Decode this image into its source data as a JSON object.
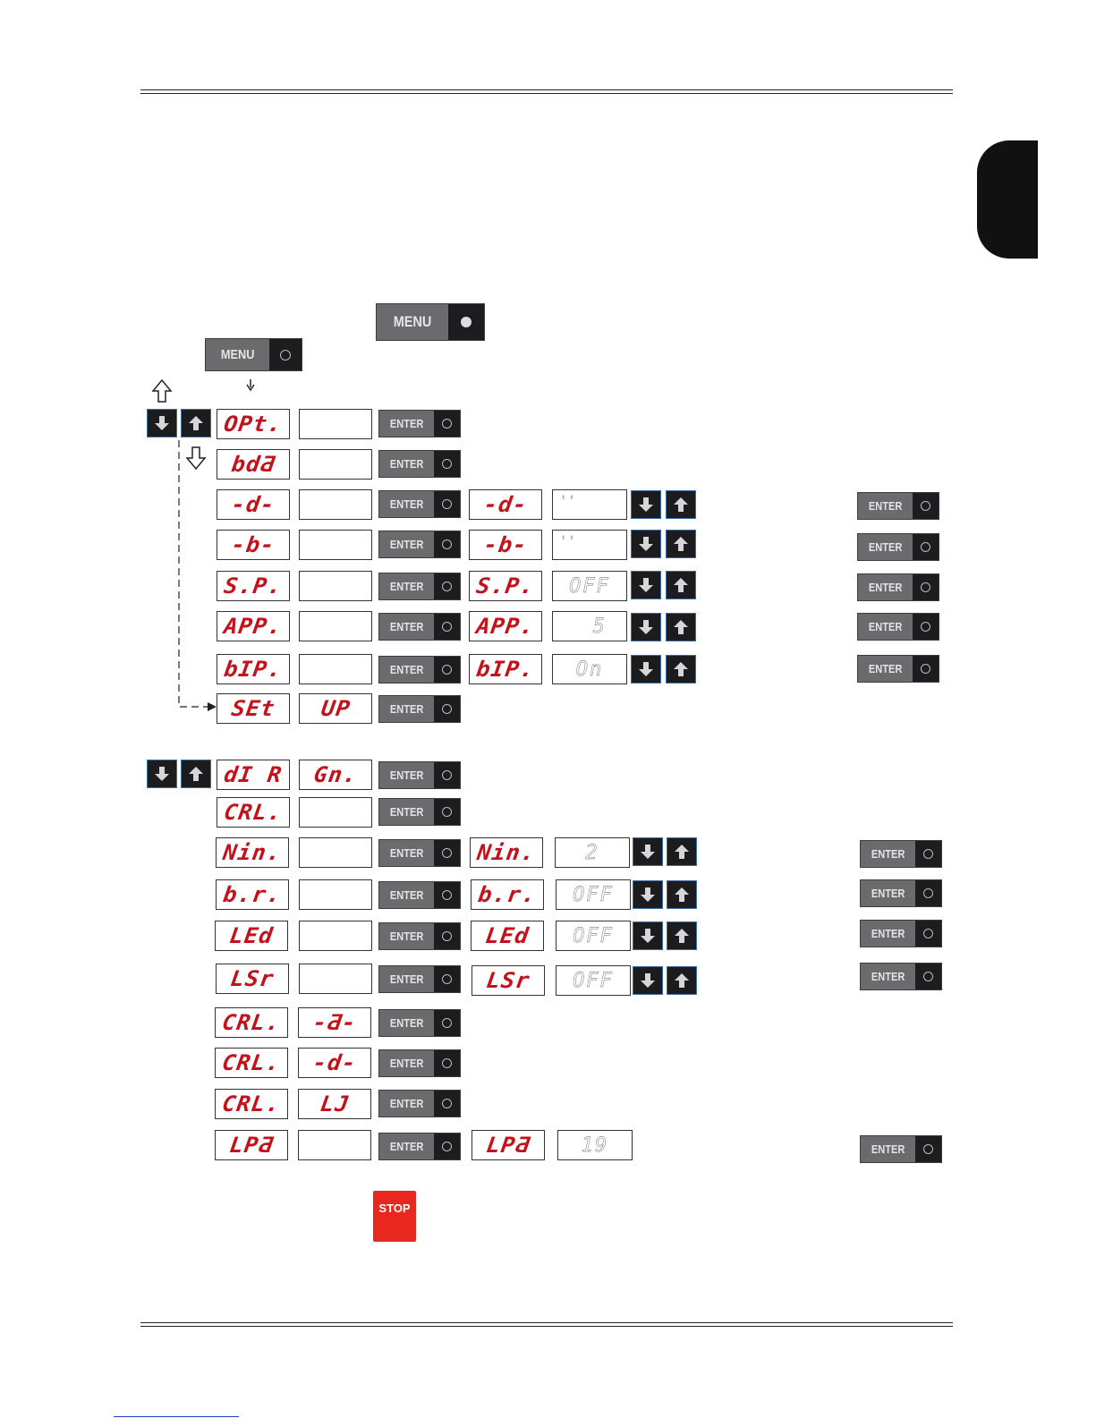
{
  "buttons": {
    "menu_label": "MENU",
    "enter_label": "ENTER",
    "stop_label": "STOP"
  },
  "colors": {
    "lcd_text": "#c3121b",
    "button_bg": "#6b6b6d",
    "knob_bg": "#1d1d1f",
    "stop_bg": "#e8281f",
    "arrow_border": "#3a6fa8"
  },
  "icons": {
    "menu_arrow": "arrow-down-small-icon",
    "up_arrow": "arrow-up-outline-icon",
    "down_arrow": "arrow-down-outline-icon",
    "nav_down": "arrow-down-icon",
    "nav_up": "arrow-up-icon"
  },
  "section1": [
    {
      "code": "OPt.",
      "sub": "",
      "setting_code": "",
      "setting_value": ""
    },
    {
      "code": "bdƋ",
      "sub": "",
      "setting_code": "",
      "setting_value": ""
    },
    {
      "code": "-d-",
      "sub": "",
      "setting_code": "-d-",
      "setting_value": "''"
    },
    {
      "code": "-b-",
      "sub": "",
      "setting_code": "-b-",
      "setting_value": "''"
    },
    {
      "code": "S.P.",
      "sub": "",
      "setting_code": "S.P.",
      "setting_value": "OFF"
    },
    {
      "code": "APP.",
      "sub": "",
      "setting_code": "APP.",
      "setting_value": "5"
    },
    {
      "code": "bIP.",
      "sub": "",
      "setting_code": "bIP.",
      "setting_value": "On"
    },
    {
      "code": "SEt",
      "sub": "UP",
      "setting_code": "",
      "setting_value": ""
    }
  ],
  "section2": [
    {
      "code": "dI R",
      "sub": "Gn.",
      "setting_code": "",
      "setting_value": ""
    },
    {
      "code": "CRL.",
      "sub": "",
      "setting_code": "",
      "setting_value": ""
    },
    {
      "code": "Nin.",
      "sub": "",
      "setting_code": "Nin.",
      "setting_value": "2"
    },
    {
      "code": "b.r.",
      "sub": "",
      "setting_code": "b.r.",
      "setting_value": "OFF"
    },
    {
      "code": "LEd",
      "sub": "",
      "setting_code": "LEd",
      "setting_value": "OFF"
    },
    {
      "code": "LSr",
      "sub": "",
      "setting_code": "LSr",
      "setting_value": "OFF"
    },
    {
      "code": "CRL.",
      "sub": "-Ƌ-",
      "setting_code": "",
      "setting_value": ""
    },
    {
      "code": "CRL.",
      "sub": "-d-",
      "setting_code": "",
      "setting_value": ""
    },
    {
      "code": "CRL.",
      "sub": "LJ",
      "setting_code": "",
      "setting_value": ""
    },
    {
      "code": "LPƋ",
      "sub": "",
      "setting_code": "LPƋ",
      "setting_value": "19"
    }
  ]
}
